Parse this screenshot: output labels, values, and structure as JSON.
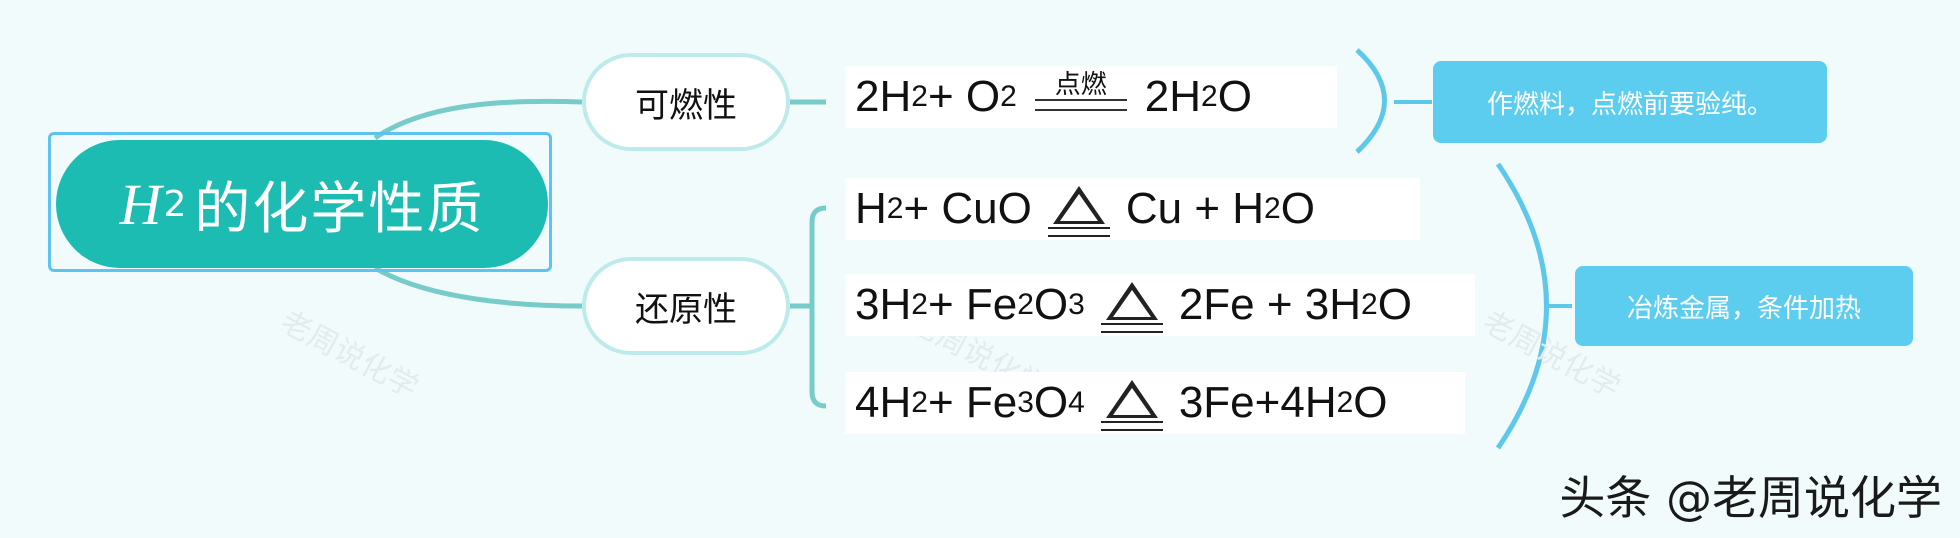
{
  "root": {
    "label_symbol": "H",
    "label_subscript": "2",
    "label_text": "的化学性质"
  },
  "branches": [
    {
      "label": "可燃性",
      "equations": [
        {
          "lhs": [
            {
              "t": "2H"
            },
            {
              "s": "2"
            },
            {
              "t": " + O"
            },
            {
              "s": "2"
            }
          ],
          "condition": "点燃",
          "rhs": [
            {
              "t": "2H"
            },
            {
              "s": "2"
            },
            {
              "t": "O"
            }
          ]
        }
      ],
      "note": "作燃料，点燃前要验纯。"
    },
    {
      "label": "还原性",
      "equations": [
        {
          "lhs": [
            {
              "t": "H"
            },
            {
              "s": "2"
            },
            {
              "t": " + CuO"
            }
          ],
          "heat": true,
          "rhs": [
            {
              "t": "Cu + H"
            },
            {
              "s": "2"
            },
            {
              "t": "O"
            }
          ]
        },
        {
          "lhs": [
            {
              "t": "3H"
            },
            {
              "s": "2"
            },
            {
              "t": "+ Fe"
            },
            {
              "s": "2"
            },
            {
              "t": "O"
            },
            {
              "s": "3"
            }
          ],
          "heat": true,
          "rhs": [
            {
              "t": "2Fe + 3H"
            },
            {
              "s": "2"
            },
            {
              "t": "O"
            }
          ]
        },
        {
          "lhs": [
            {
              "t": "4H"
            },
            {
              "s": "2"
            },
            {
              "t": " + Fe"
            },
            {
              "s": "3"
            },
            {
              "t": "O"
            },
            {
              "s": "4"
            }
          ],
          "heat": true,
          "rhs": [
            {
              "t": "3Fe+4H"
            },
            {
              "s": "2"
            },
            {
              "t": "O"
            }
          ]
        }
      ],
      "note": "冶炼金属，条件加热"
    }
  ],
  "watermark": "老周说化学",
  "credit": "头条 @老周说化学",
  "colors": {
    "root_fill": "#1dbcb3",
    "root_frame": "#5ec3ee",
    "connector": "#77cbc9",
    "bracket": "#5ec8ea",
    "note_fill": "#5ccdee",
    "branch_border": "#bdeaea"
  }
}
